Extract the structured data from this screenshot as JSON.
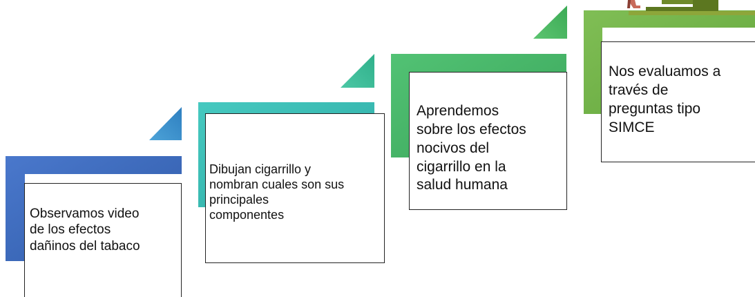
{
  "steps": [
    {
      "text": "Observamos video\nde los efectos\ndañinos del tabaco",
      "color": "#4472C4"
    },
    {
      "text": "Dibujan cigarrillo y\nnombran cuales son sus\nprincipales\ncomponentes",
      "color": "#3CBFB7"
    },
    {
      "text": "Aprendemos\nsobre los efectos\nnocivos del\ncigarrillo en la\nsalud humana",
      "color": "#45B267"
    },
    {
      "text": "Nos evaluamos a\ntravés de\npreguntas tipo\nSIMCE",
      "color": "#70AD47"
    }
  ],
  "figure_icon": "person-climbing-stairs-icon"
}
